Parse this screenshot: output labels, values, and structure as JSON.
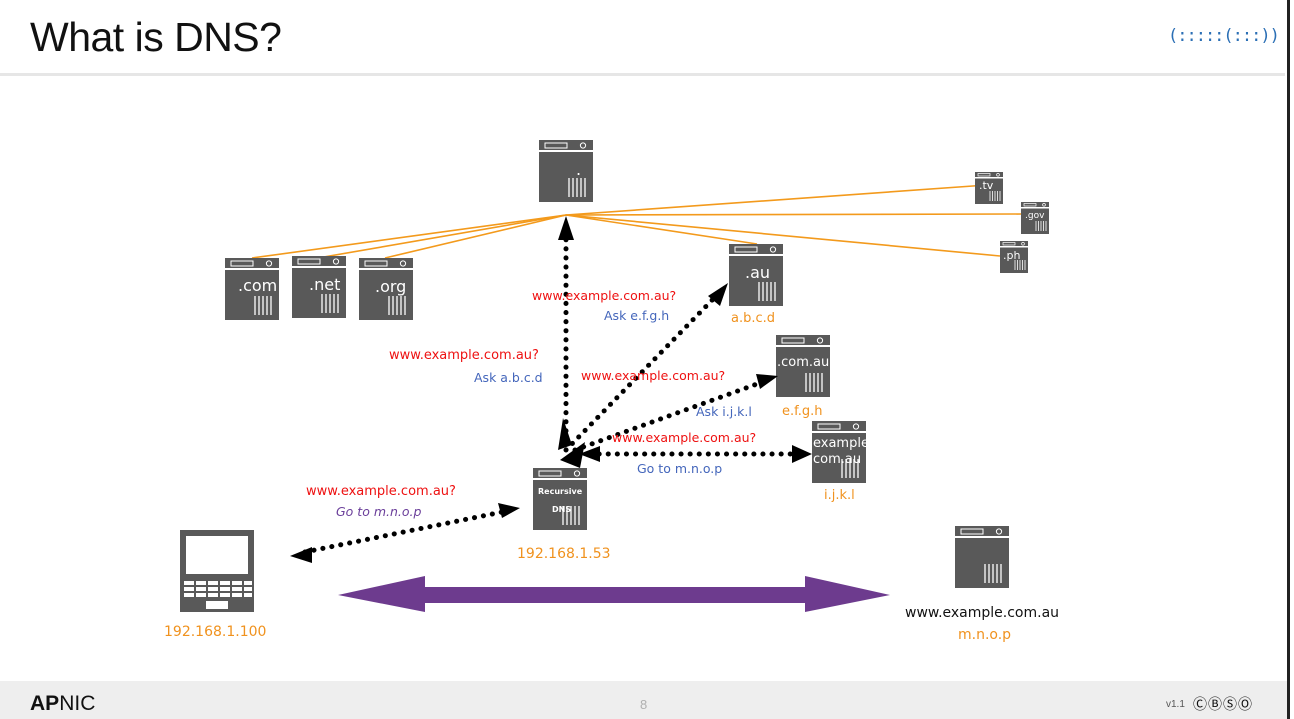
{
  "slide": {
    "title": "What is DNS?",
    "footer_brand_bold": "AP",
    "footer_brand_rest": "NIC",
    "page_number": "8",
    "version": "v1.1",
    "license_icons": "ⒸⒷⓈⓄ",
    "header_logo": "(:::::(:::))"
  },
  "servers": {
    "root": ".",
    "com": ".com",
    "net": ".net",
    "org": ".org",
    "tv": ".tv",
    "gov": ".gov",
    "ph": ".ph",
    "au": ".au",
    "comau": ".com.au",
    "example_line1": "example",
    "example_line2": "com.au",
    "recursive_line1": "Recursive",
    "recursive_line2": "DNS",
    "web": ""
  },
  "labels": {
    "au_ip": "a.b.c.d",
    "comau_ip": "e.f.g.h",
    "example_ip": "i.j.k.l",
    "recursive_ip": "192.168.1.53",
    "laptop_ip": "192.168.1.100",
    "web_name": "www.example.com.au",
    "web_ip": "m.n.o.p"
  },
  "queries": {
    "q_root": "www.example.com.au?",
    "a_root": "Ask a.b.c.d",
    "q_au": "www.example.com.au?",
    "a_au": "Ask e.f.g.h",
    "q_comau": "www.example.com.au?",
    "a_comau": "Ask i.j.k.l",
    "q_example": "www.example.com.au?",
    "a_example": "Go to m.n.o.p",
    "q_client": "www.example.com.au?",
    "a_client": "Go to m.n.o.p"
  },
  "colors": {
    "query_red": "#ee1111",
    "answer_blue": "#4466bb",
    "ip_orange": "#f0921e",
    "orange_line": "#f39a1c",
    "server_gray": "#595959",
    "purple": "#6d3b8e",
    "client_answer_purple": "#6a3e9a"
  }
}
